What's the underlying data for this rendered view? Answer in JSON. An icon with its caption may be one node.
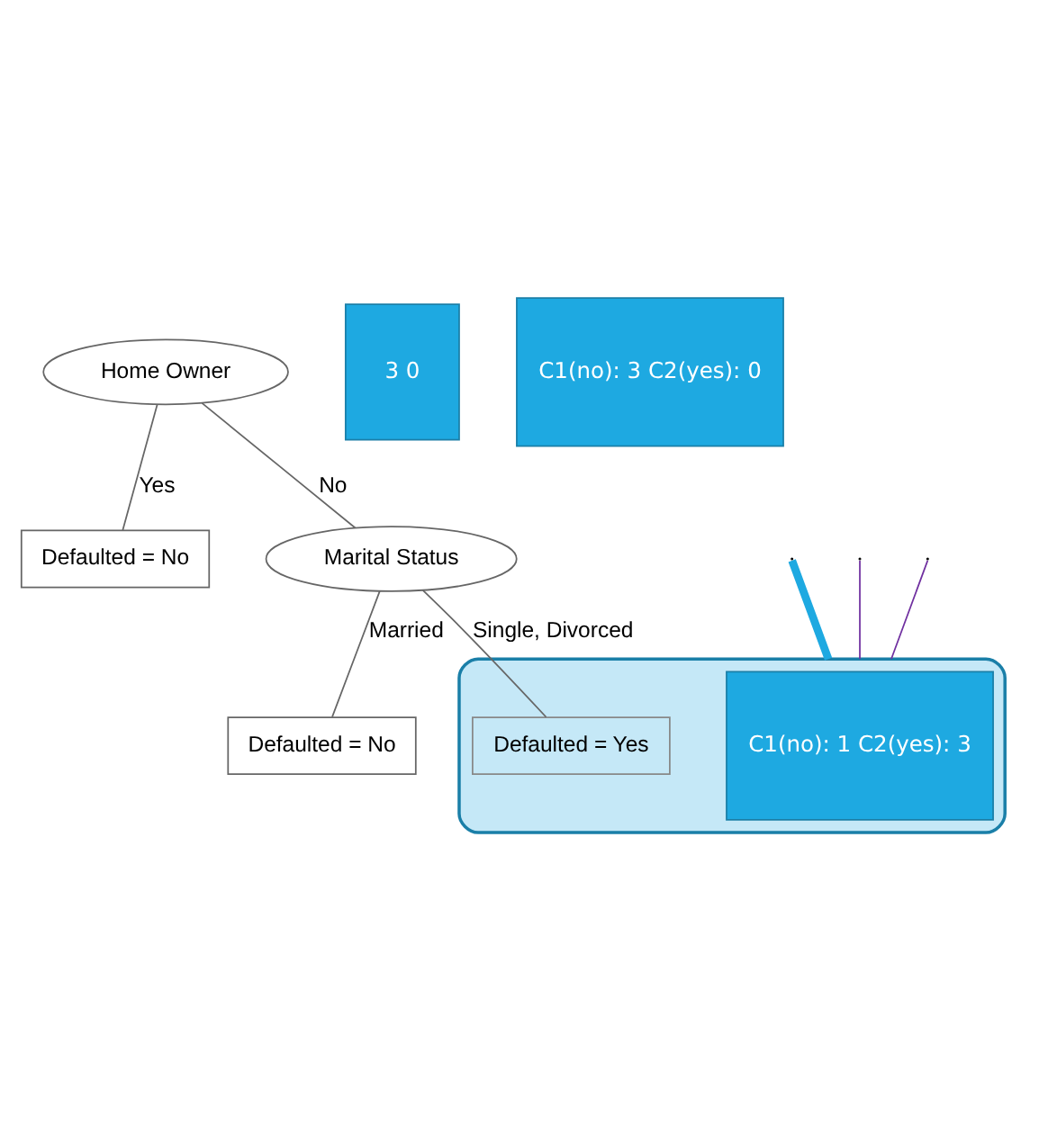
{
  "diagram": {
    "nodes": [
      {
        "text": [
          "Home Owner"
        ]
      },
      {
        "text": [
          "Defaulted = No"
        ]
      },
      {
        "text": [
          "Marital Status"
        ]
      },
      {
        "text": [],
        "shape": "ellipse"
      },
      {
        "text": [
          "Defaulted = Yes"
        ],
        "in": 3
      },
      {
        "text": [
          "Defaulted = No"
        ]
      },
      {
        "text": [
          "3 0"
        ]
      },
      {
        "text": [
          "C1(no): 1 C2(yes): 3"
        ],
        "in": 3
      },
      {
        "text": [
          "C1(no): 3 C2(yes): 0"
        ]
      }
    ],
    "edges": [
      {
        "from": 0,
        "to": 1,
        "arrow": "none",
        "label": "Yes"
      },
      {
        "from": 0,
        "to": 2,
        "arrow": "none",
        "label": "No"
      },
      {
        "from": 2,
        "to": 4,
        "arrow": "none",
        "label": "Single, Divorced"
      },
      {
        "from": 2,
        "to": 5,
        "arrow": "none",
        "label": "Married"
      },
      {
        "from": null,
        "to": 3,
        "arrow": "none",
        "style": "thick",
        "color": "#1ea9e1"
      },
      {
        "from": null,
        "to": 3,
        "arrow": "none",
        "color": "#7030a0"
      },
      {
        "from": null,
        "to": 3,
        "arrow": "none",
        "color": "#7030a0"
      }
    ]
  }
}
